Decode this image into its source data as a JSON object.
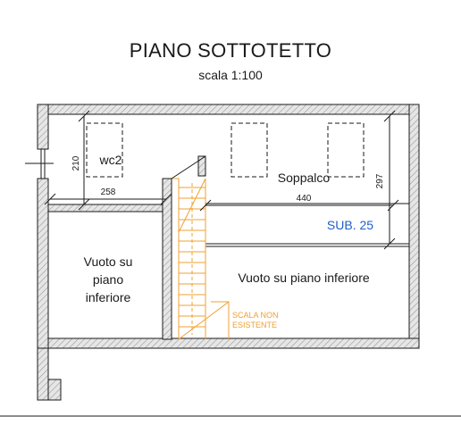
{
  "header": {
    "title": "PIANO SOTTOTETTO",
    "scale": "scala 1:100"
  },
  "rooms": {
    "wc": "wc2",
    "loft": "Soppalco",
    "void_left": [
      "Vuoto su",
      "piano",
      "inferiore"
    ],
    "void_right": "Vuoto su piano inferiore"
  },
  "unit_label": "SUB. 25",
  "stair_note": [
    "SCALA NON",
    "ESISTENTE"
  ],
  "dimensions": {
    "wc_height": "210",
    "wc_width": "258",
    "loft_width": "440",
    "loft_height": "297"
  },
  "colors": {
    "wall_fill": "#d9d9d9",
    "line": "#1a1a1a",
    "unit_label": "#1f5fc4",
    "stair": "#f0a030"
  }
}
